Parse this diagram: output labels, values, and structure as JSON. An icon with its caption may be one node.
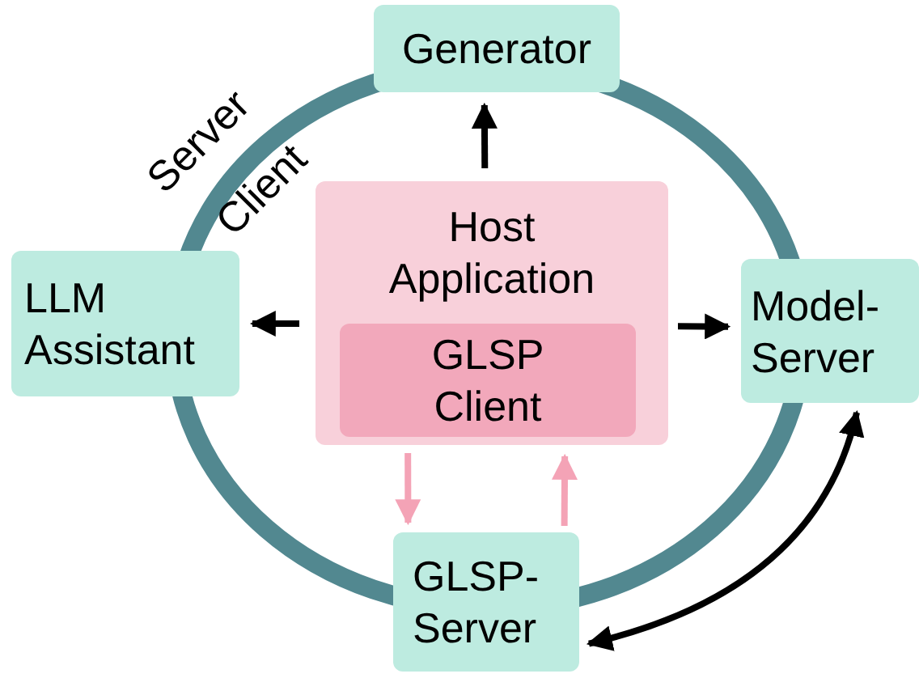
{
  "diagram": {
    "nodes": [
      {
        "text": [
          "Generator"
        ]
      },
      {
        "text": [
          "Host Application"
        ]
      },
      {
        "text": [
          "GLSP Client"
        ],
        "in": 1
      },
      {
        "text": [
          "LLM Assistant"
        ]
      },
      {
        "text": [
          "Model-Server"
        ]
      },
      {
        "text": [
          "GLSP-Server"
        ]
      }
    ],
    "edges": [
      {
        "from": 1,
        "to": 0,
        "arrow": "to"
      },
      {
        "from": 1,
        "to": 3,
        "arrow": "to"
      },
      {
        "from": 1,
        "to": 4,
        "arrow": "to"
      },
      {
        "from": 2,
        "to": 5,
        "arrow": "to",
        "color": "#f4a3b6"
      },
      {
        "from": 5,
        "to": 2,
        "arrow": "to",
        "color": "#f4a3b6"
      },
      {
        "from": 4,
        "to": 5,
        "arrow": "both"
      }
    ],
    "labels": [
      "Server",
      "Client"
    ]
  }
}
